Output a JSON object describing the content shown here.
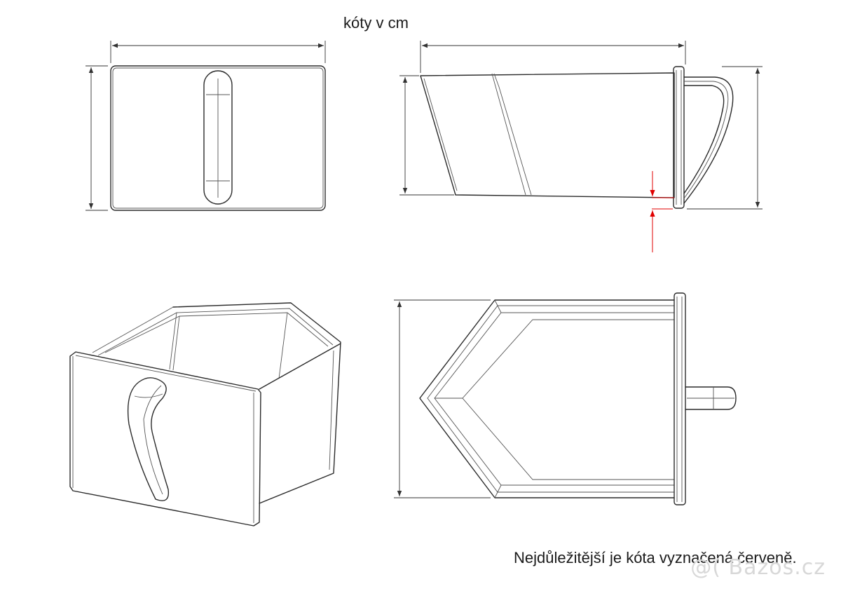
{
  "header": {
    "units_label": "kóty v cm"
  },
  "footer": {
    "note": "Nejdůležitější je kóta vyznačená červeně."
  },
  "watermark": {
    "text": "@( Bazos.cz"
  },
  "colors": {
    "lines": "#2a2a2a",
    "highlight_dimension": "#e00000",
    "background": "#ffffff"
  },
  "views": [
    "front-view",
    "side-view",
    "isometric-view",
    "top-view"
  ]
}
